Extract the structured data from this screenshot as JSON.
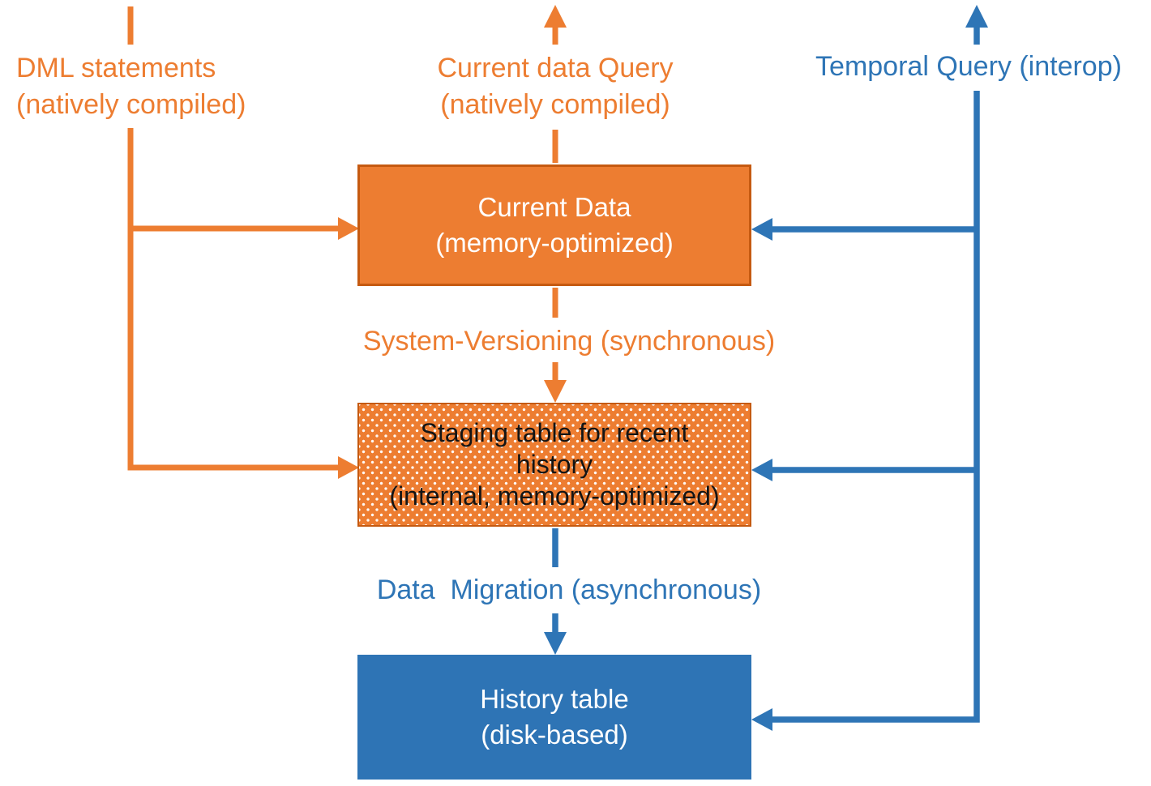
{
  "diagram": {
    "labels": {
      "dml": [
        "DML statements",
        "(natively compiled)"
      ],
      "current_query": [
        "Current data Query",
        "(natively compiled)"
      ],
      "temporal_query": "Temporal Query (interop)",
      "system_versioning": "System-Versioning (synchronous)",
      "data_migration": "Data  Migration (asynchronous)"
    },
    "boxes": {
      "current": {
        "lines": [
          "Current Data",
          "(memory-optimized)"
        ]
      },
      "staging": {
        "lines": [
          "Staging table for recent",
          "history",
          "(internal, memory-optimized)"
        ]
      },
      "history": {
        "lines": [
          "History table",
          "(disk-based)"
        ]
      }
    },
    "colors": {
      "orange": "#ED7D31",
      "orange_border": "#C55A11",
      "blue": "#2E75B6",
      "blue_box": "#2E74B5",
      "box_text_light": "#FFFFFF",
      "staging_text": "#141414"
    }
  }
}
